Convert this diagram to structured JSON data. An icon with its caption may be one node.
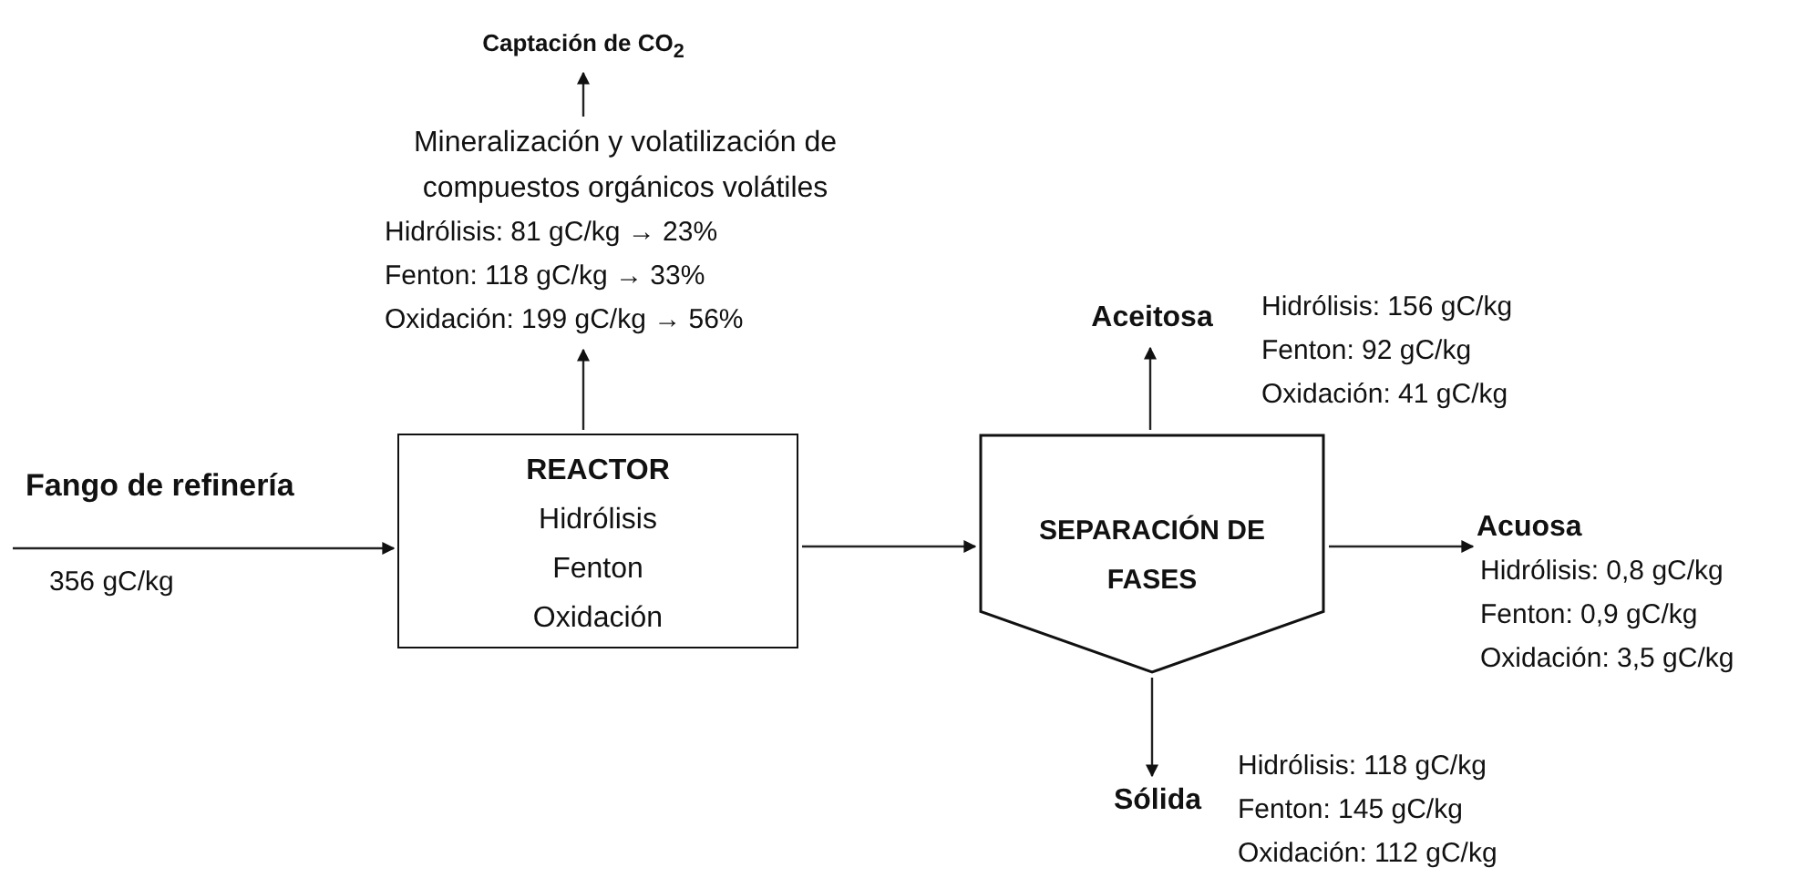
{
  "diagram": {
    "nodes": [
      {
        "text": [
          "REACTOR",
          "Hidrólisis",
          "Fenton",
          "Oxidación"
        ]
      },
      {
        "text": [
          "Mineralización y volatilización de compuestos orgánicos volátiles",
          "Hidrólisis: 81 gC/kg → 23%",
          "Fenton: 118 gC/kg → 33%",
          "Oxidación: 199 gC/kg → 56%"
        ]
      },
      {
        "text": [
          "Captación de CO$_{2}$"
        ]
      },
      {
        "text": [
          "SEPARACIÓN DE FASES"
        ]
      },
      {
        "text": [
          "Aceitosa"
        ],
        "beside": [
          "Hidrólisis: 156 gC/kg",
          "Fenton: 92 gC/kg",
          "Oxidación: 41 gC/kg"
        ]
      },
      {
        "text": [
          "Acuosa"
        ],
        "beside": [
          "Hidrólisis: 0,8 gC/kg",
          "Fenton: 0,9 gC/kg",
          "Oxidación: 3,5 gC/kg"
        ]
      },
      {
        "text": [
          "Sólida"
        ],
        "beside": [
          "Hidrólisis: 118 gC/kg",
          "Fenton: 145 gC/kg",
          "Oxidación: 112 gC/kg"
        ]
      }
    ],
    "edges": [
      {
        "from": null,
        "to": 0,
        "arrow": "to",
        "label": "Fango de refinería"
      },
      {
        "from": 0,
        "to": 1,
        "arrow": "to"
      },
      {
        "from": 1,
        "to": 2,
        "arrow": "to"
      },
      {
        "from": 0,
        "to": 3,
        "arrow": "to"
      },
      {
        "from": 3,
        "to": 4,
        "arrow": "to"
      },
      {
        "from": 3,
        "to": 5,
        "arrow": "to"
      },
      {
        "from": 3,
        "to": 6,
        "arrow": "to"
      }
    ],
    "labels": [
      "356 gC/kg"
    ]
  }
}
